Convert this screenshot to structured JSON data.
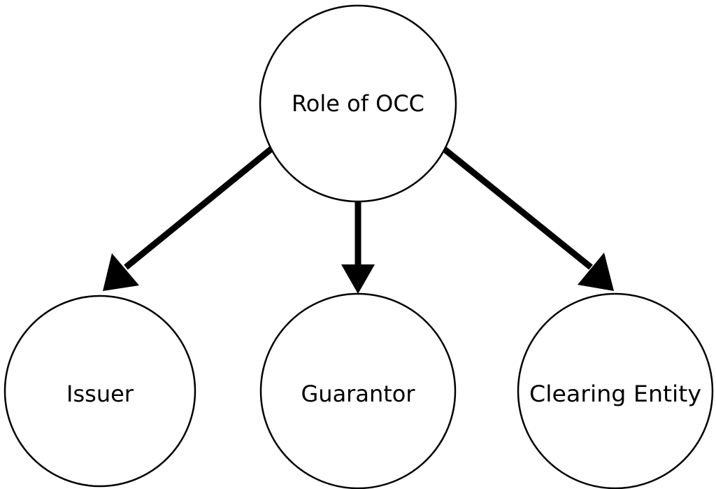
{
  "diagram": {
    "root": {
      "label": "Role of OCC"
    },
    "children": [
      {
        "id": "issuer",
        "label": "Issuer"
      },
      {
        "id": "guarantor",
        "label": "Guarantor"
      },
      {
        "id": "clearing-entity",
        "label": "Clearing Entity"
      }
    ],
    "colors": {
      "stroke": "#000000",
      "fill": "#ffffff",
      "text": "#000000"
    }
  }
}
